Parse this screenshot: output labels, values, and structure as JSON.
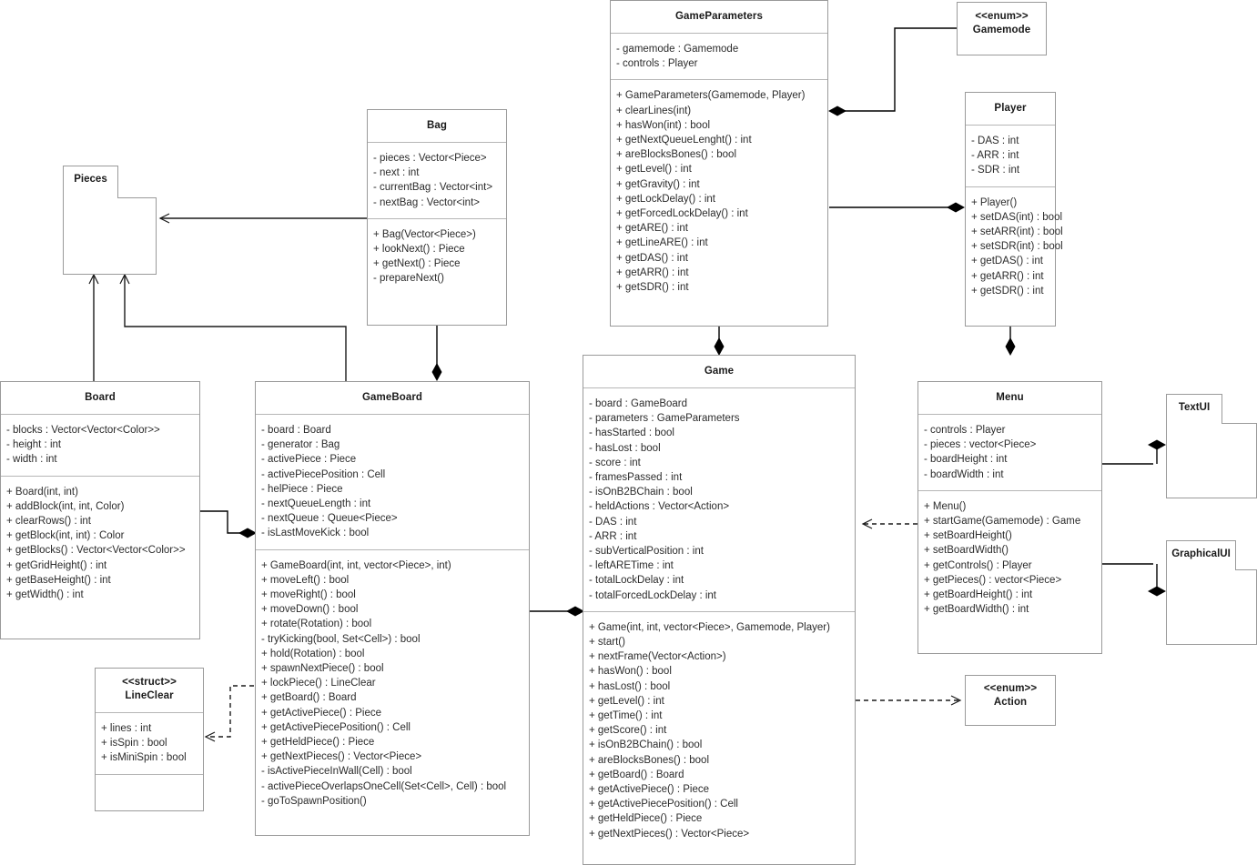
{
  "diagram": {
    "kind": "uml-class-diagram",
    "background": "#ffffff",
    "line_color": "#000000",
    "border_color": "#9a9a9a"
  },
  "classes": {
    "gameparameters": {
      "name": "GameParameters",
      "attributes": [
        "- gamemode : Gamemode",
        "- controls : Player"
      ],
      "methods": [
        "+ GameParameters(Gamemode, Player)",
        "+ clearLines(int)",
        "+ hasWon(int) : bool",
        "+ getNextQueueLenght() : int",
        "+ areBlocksBones() : bool",
        "+ getLevel() : int",
        "+ getGravity() : int",
        "+ getLockDelay() : int",
        "+ getForcedLockDelay() : int",
        "+ getARE() : int",
        "+ getLineARE() : int",
        "+ getDAS() : int",
        "+ getARR() : int",
        "+ getSDR() : int"
      ]
    },
    "gamemode": {
      "stereotype": "<<enum>>",
      "name": "Gamemode"
    },
    "player": {
      "name": "Player",
      "attributes": [
        "- DAS : int",
        "- ARR : int",
        "- SDR : int"
      ],
      "methods": [
        "+ Player()",
        "+ setDAS(int) : bool",
        "+ setARR(int) : bool",
        "+ setSDR(int) : bool",
        "+ getDAS() : int",
        "+ getARR() : int",
        "+ getSDR() : int"
      ]
    },
    "bag": {
      "name": "Bag",
      "attributes": [
        "- pieces : Vector<Piece>",
        "- next : int",
        "- currentBag : Vector<int>",
        "- nextBag : Vector<int>"
      ],
      "methods": [
        "+ Bag(Vector<Piece>)",
        "+ lookNext() : Piece",
        "+ getNext() : Piece",
        "- prepareNext()"
      ]
    },
    "pieces": {
      "name": "Pieces"
    },
    "board": {
      "name": "Board",
      "attributes": [
        "- blocks : Vector<Vector<Color>>",
        "- height : int",
        "- width : int"
      ],
      "methods": [
        "+ Board(int, int)",
        "+ addBlock(int, int, Color)",
        "+ clearRows() : int",
        "+ getBlock(int, int) : Color",
        "+ getBlocks() : Vector<Vector<Color>>",
        "+ getGridHeight() : int",
        "+ getBaseHeight() : int",
        "+ getWidth() : int"
      ]
    },
    "gameboard": {
      "name": "GameBoard",
      "attributes": [
        "- board : Board",
        "- generator : Bag",
        "- activePiece : Piece",
        "- activePiecePosition : Cell",
        "- helPiece : Piece",
        "- nextQueueLength : int",
        "- nextQueue : Queue<Piece>",
        "- isLastMoveKick : bool"
      ],
      "methods": [
        "+ GameBoard(int, int, vector<Piece>, int)",
        "+ moveLeft() : bool",
        "+ moveRight() : bool",
        "+ moveDown() : bool",
        "+ rotate(Rotation) : bool",
        "- tryKicking(bool, Set<Cell>) : bool",
        "+ hold(Rotation) : bool",
        "+ spawnNextPiece() : bool",
        "+ lockPiece() : LineClear",
        "+ getBoard() : Board",
        "+ getActivePiece() : Piece",
        "+ getActivePiecePosition() : Cell",
        "+ getHeldPiece() : Piece",
        "+ getNextPieces() : Vector<Piece>",
        "- isActivePieceInWall(Cell) : bool",
        "- activePieceOverlapsOneCell(Set<Cell>, Cell) : bool",
        "- goToSpawnPosition()"
      ]
    },
    "game": {
      "name": "Game",
      "attributes": [
        "- board : GameBoard",
        "- parameters : GameParameters",
        "- hasStarted : bool",
        "- hasLost : bool",
        "- score : int",
        "- framesPassed : int",
        "- isOnB2BChain : bool",
        "- heldActions : Vector<Action>",
        "- DAS : int",
        "- ARR : int",
        "- subVerticalPosition : int",
        "- leftARETime : int",
        "- totalLockDelay : int",
        "- totalForcedLockDelay : int"
      ],
      "methods": [
        "+ Game(int, int, vector<Piece>, Gamemode, Player)",
        "+ start()",
        "+ nextFrame(Vector<Action>)",
        "+ hasWon() : bool",
        "+ hasLost() : bool",
        "+ getLevel() : int",
        "+ getTime() : int",
        "+ getScore() : int",
        "+ isOnB2BChain() : bool",
        "+ areBlocksBones() : bool",
        "+ getBoard() : Board",
        "+ getActivePiece() : Piece",
        "+ getActivePiecePosition() : Cell",
        "+ getHeldPiece() : Piece",
        "+ getNextPieces() : Vector<Piece>"
      ]
    },
    "menu": {
      "name": "Menu",
      "attributes": [
        "- controls : Player",
        "- pieces : vector<Piece>",
        "- boardHeight : int",
        "- boardWidth : int"
      ],
      "methods": [
        "+ Menu()",
        "+ startGame(Gamemode) : Game",
        "+ setBoardHeight()",
        "+ setBoardWidth()",
        "+ getControls() : Player",
        "+ getPieces() : vector<Piece>",
        "+ getBoardHeight() : int",
        "+ getBoardWidth() : int"
      ]
    },
    "lineclear": {
      "stereotype": "<<struct>>",
      "name": "LineClear",
      "attributes": [
        "+ lines : int",
        "+ isSpin : bool",
        "+ isMiniSpin : bool"
      ],
      "methods": []
    },
    "action": {
      "stereotype": "<<enum>>",
      "name": "Action"
    },
    "textui": {
      "name": "TextUI"
    },
    "graphicalui": {
      "name": "GraphicalUI"
    }
  },
  "relationships": [
    {
      "name": "gameparameters-composes-gamemode",
      "type": "composition",
      "from": "GameParameters",
      "to": "Gamemode"
    },
    {
      "name": "gameparameters-composes-player",
      "type": "composition",
      "from": "GameParameters",
      "to": "Player"
    },
    {
      "name": "bag-composed-in-gameboard",
      "type": "composition",
      "from": "GameBoard",
      "to": "Bag"
    },
    {
      "name": "board-composed-in-gameboard",
      "type": "composition",
      "from": "GameBoard",
      "to": "Board"
    },
    {
      "name": "gameboard-composed-in-game",
      "type": "composition",
      "from": "Game",
      "to": "GameBoard"
    },
    {
      "name": "gameparameters-composed-in-game",
      "type": "composition",
      "from": "Game",
      "to": "GameParameters"
    },
    {
      "name": "player-composed-in-menu",
      "type": "composition",
      "from": "Menu",
      "to": "Player"
    },
    {
      "name": "bag-uses-pieces",
      "type": "dependency",
      "from": "Bag",
      "to": "Pieces"
    },
    {
      "name": "board-uses-pieces",
      "type": "dependency",
      "from": "Board",
      "to": "Pieces"
    },
    {
      "name": "gameboard-uses-pieces",
      "type": "dependency",
      "from": "GameBoard",
      "to": "Pieces"
    },
    {
      "name": "gameboard-uses-lineclear",
      "type": "dependency",
      "from": "GameBoard",
      "to": "LineClear"
    },
    {
      "name": "menu-uses-game",
      "type": "dependency",
      "from": "Menu",
      "to": "Game"
    },
    {
      "name": "game-uses-action",
      "type": "dependency",
      "from": "Game",
      "to": "Action"
    },
    {
      "name": "menu-composed-in-textui",
      "type": "composition",
      "from": "TextUI",
      "to": "Menu"
    },
    {
      "name": "menu-composed-in-graphicalui",
      "type": "composition",
      "from": "GraphicalUI",
      "to": "Menu"
    }
  ]
}
